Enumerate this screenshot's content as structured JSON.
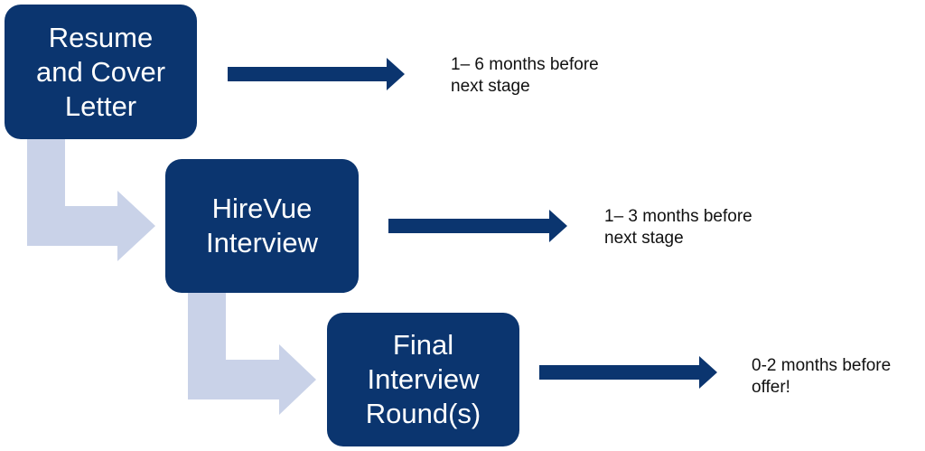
{
  "colors": {
    "box_fill": "#0b356f",
    "box_text": "#ffffff",
    "flow_arrow": "#c9d2e8",
    "timing_arrow": "#0b356f",
    "note_text": "#111111"
  },
  "stages": [
    {
      "label": "Resume\nand Cover\nLetter",
      "timing": "1– 6 months before\nnext stage"
    },
    {
      "label": "HireVue\nInterview",
      "timing": "1– 3 months before\nnext stage"
    },
    {
      "label": "Final\nInterview\nRound(s)",
      "timing": "0-2 months before\noffer!"
    }
  ]
}
